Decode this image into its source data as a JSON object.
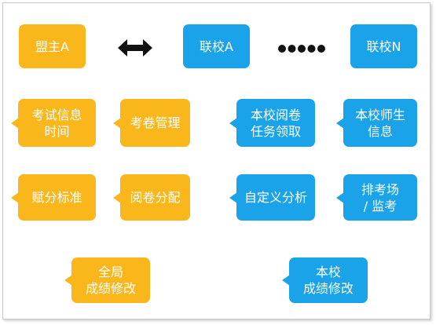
{
  "nodes": {
    "alliance_lead": "盟主A",
    "school_a": "联校A",
    "school_n": "联校N",
    "exam_info": "考试信息\n时间",
    "paper_manage": "考卷管理",
    "local_grading_task": "本校阅卷\n任务领取",
    "local_teacher_info": "本校师生\n信息",
    "score_standard": "赋分标准",
    "grading_assign": "阅卷分配",
    "custom_analysis": "自定义分析",
    "exam_room": "排考场\n/ 监考",
    "global_score_edit": "全局\n成绩修改",
    "local_score_edit": "本校\n成绩修改"
  },
  "colors": {
    "orange": "#f9b71c",
    "blue": "#1aa3e8",
    "arrow": "#111111"
  },
  "icons": {
    "link": "double-arrow-icon",
    "ellipsis": "ellipsis-dots-icon"
  }
}
